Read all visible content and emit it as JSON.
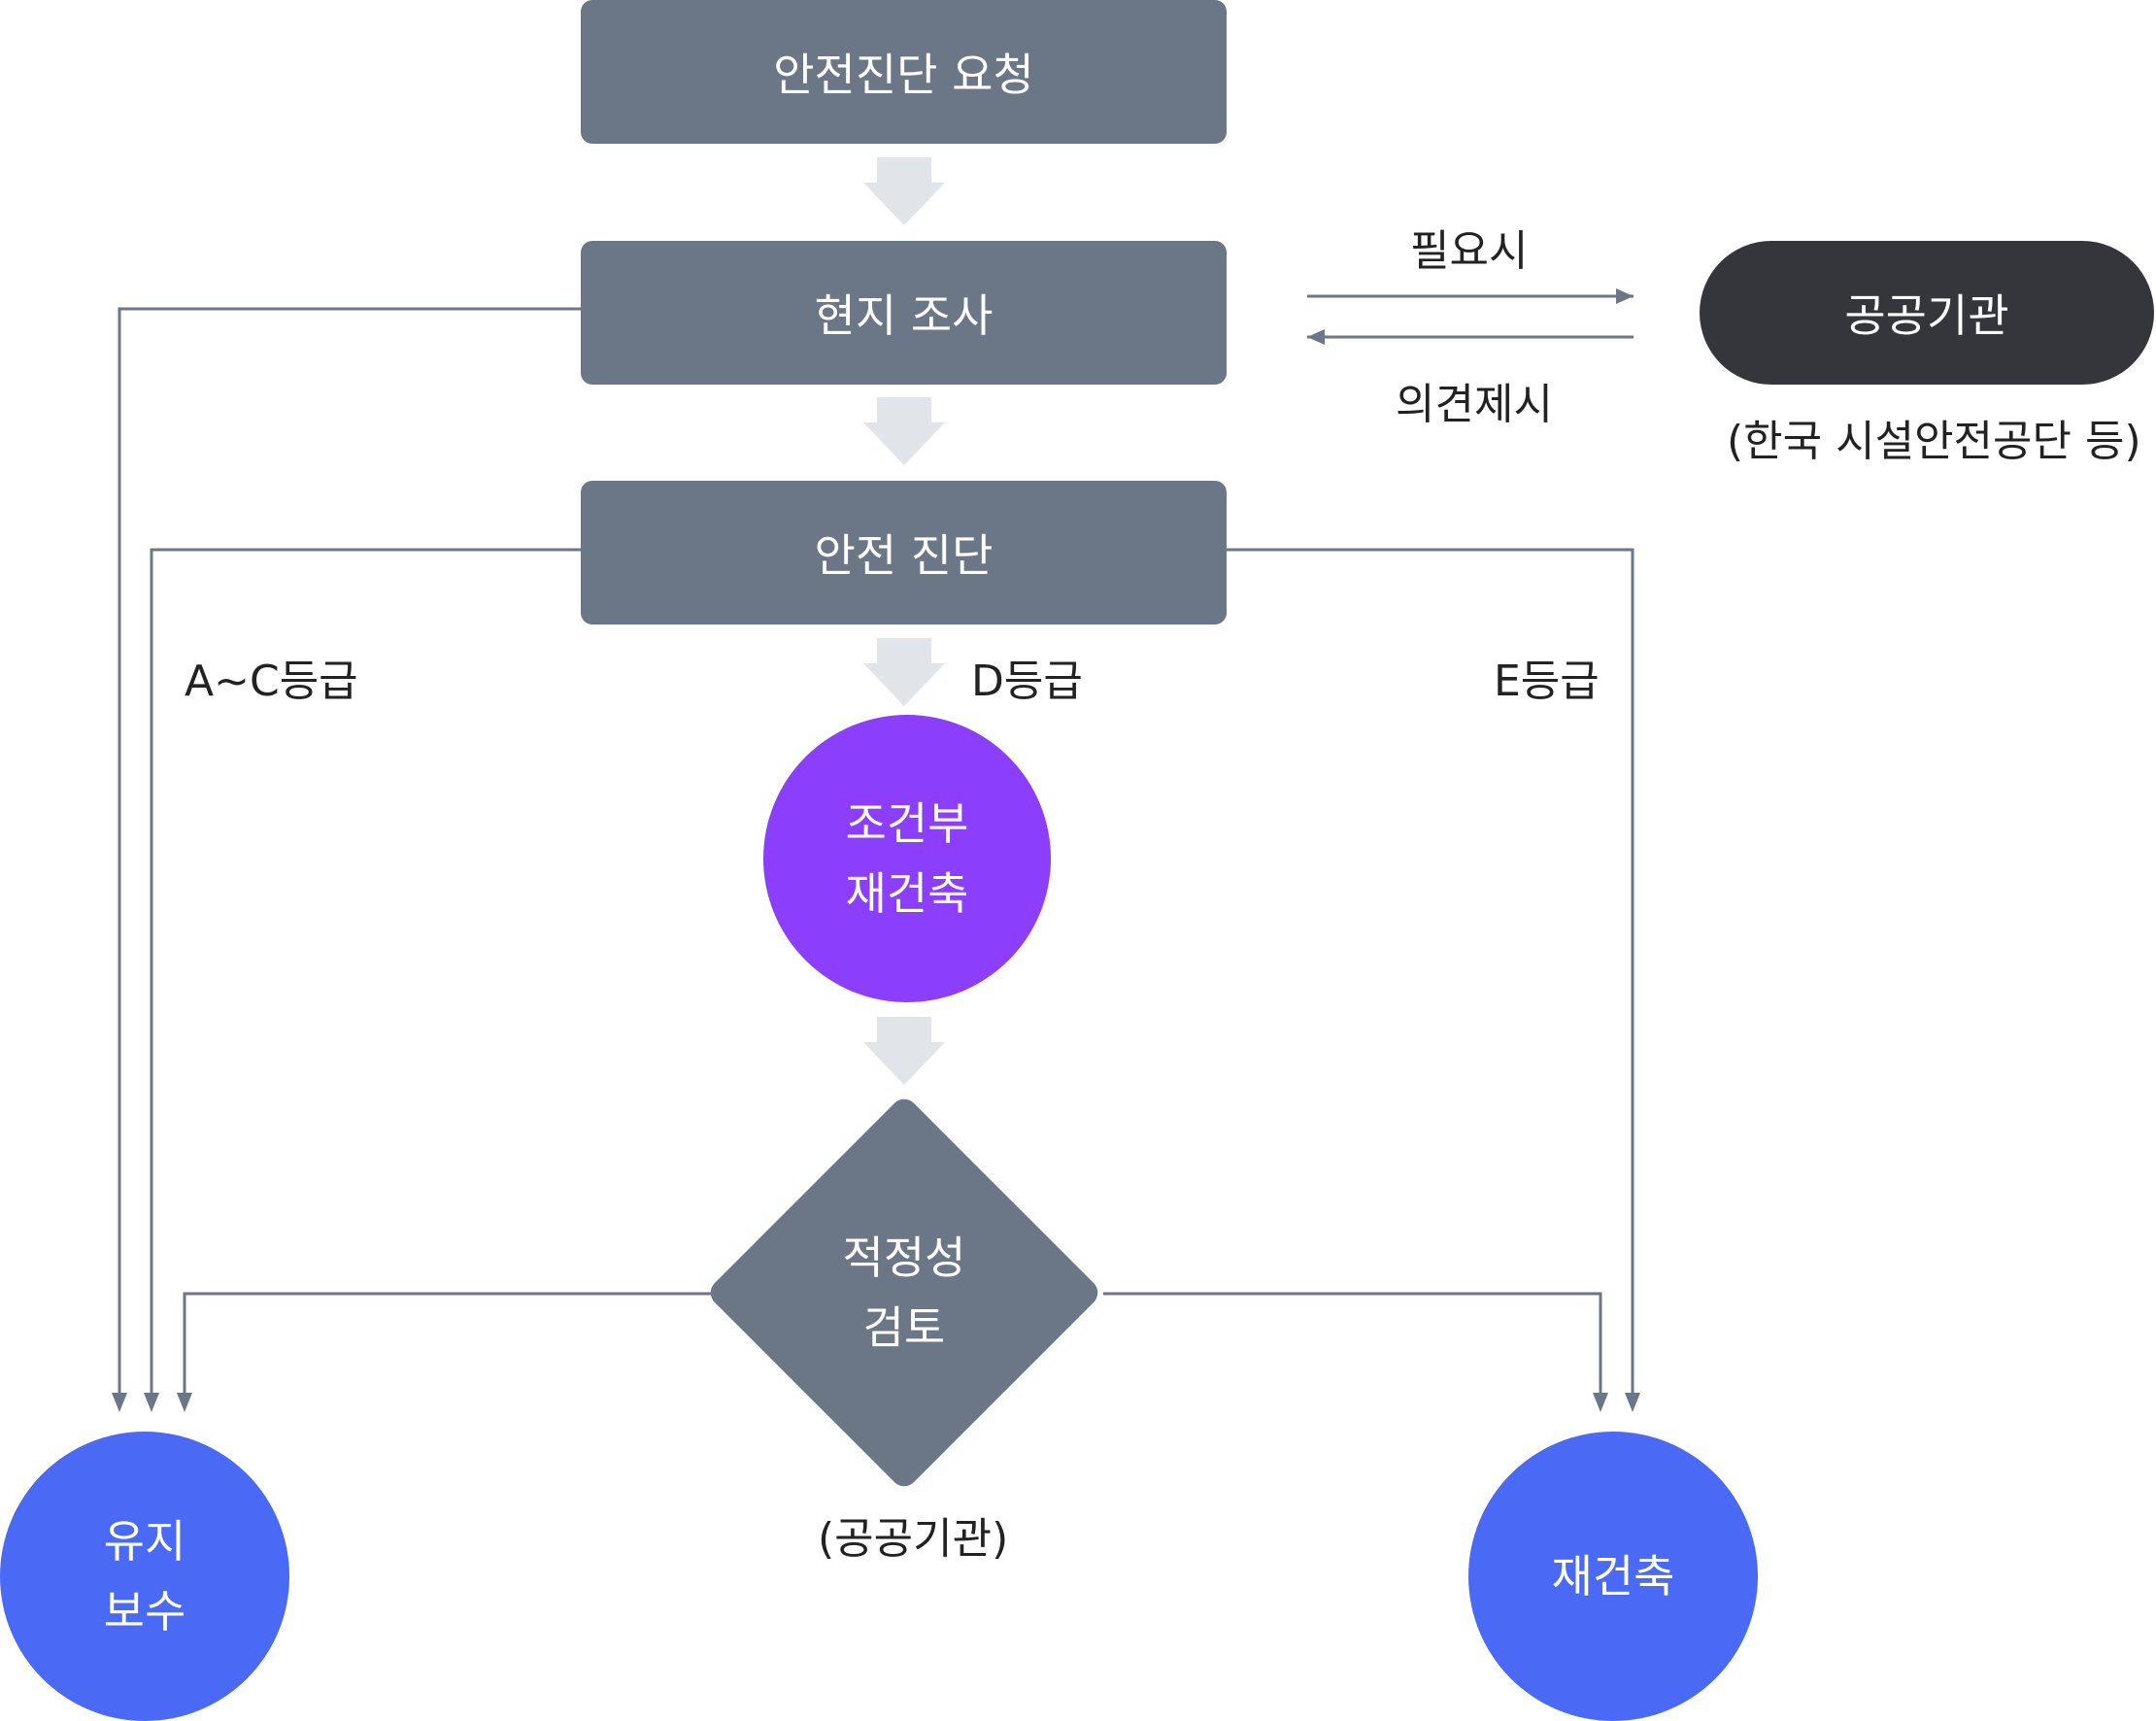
{
  "nodes": {
    "request": "안전진단 요청",
    "survey": "현지 조사",
    "diagnosis": "안전 진단",
    "public_agency": "공공기관",
    "public_agency_note": "(한국 시설안전공단 등)",
    "conditional_line1": "조건부",
    "conditional_line2": "재건축",
    "review_line1": "적정성",
    "review_line2": "검토",
    "review_note": "(공공기관)",
    "maintain_line1": "유지",
    "maintain_line2": "보수",
    "rebuild": "재건축"
  },
  "edges": {
    "if_needed": "필요시",
    "opinion": "의견제시",
    "grade_ac": "A~C등급",
    "grade_d": "D등급",
    "grade_e": "E등급"
  },
  "colors": {
    "process_box": "#6b7687",
    "agency_pill": "#35363b",
    "conditional_circle": "#8b3ffc",
    "outcome_circle": "#4a6af5",
    "connector": "#6b7687",
    "flow_arrow": "#e1e4e9"
  }
}
